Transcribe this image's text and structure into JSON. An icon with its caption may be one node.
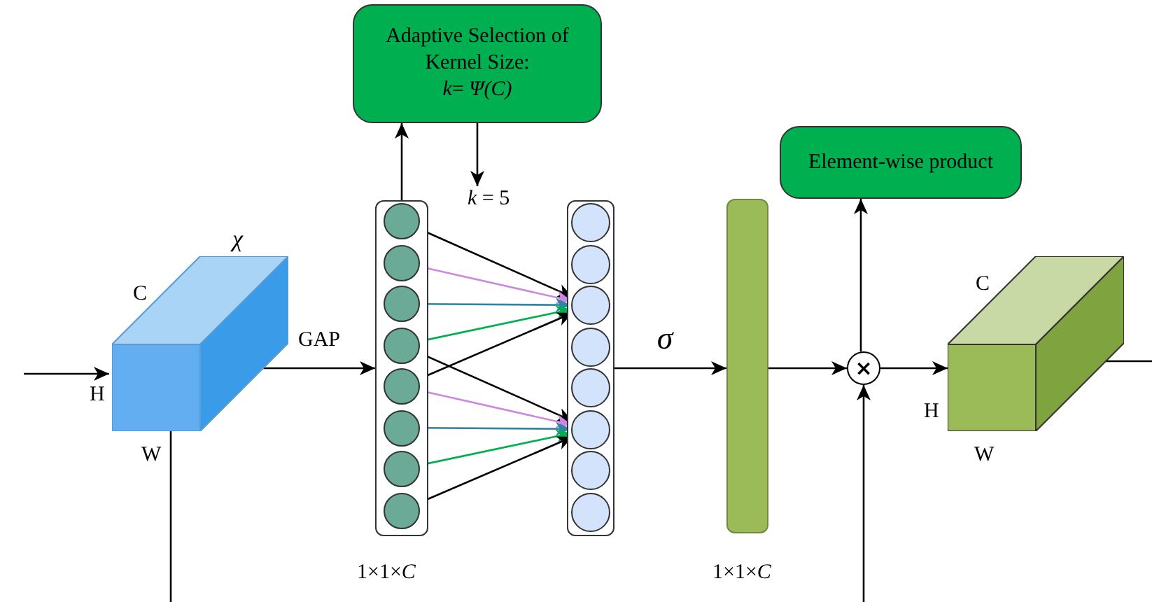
{
  "diagram": {
    "nodes": [
      {
        "text": [],
        "shape": "box",
        "beside": [
          "χ",
          "C",
          "H",
          "W"
        ]
      },
      {
        "text": [
          "Adaptive Selection of Kernel Size:",
          "*k*= *Ψ(C)*"
        ]
      },
      {
        "text": [],
        "shape": "bar",
        "beside": [
          "1×1×*C*"
        ]
      },
      {
        "text": [],
        "shape": "circle",
        "in": 2
      },
      {
        "text": [],
        "shape": "circle",
        "in": 2
      },
      {
        "text": [],
        "shape": "circle",
        "in": 2
      },
      {
        "text": [],
        "shape": "circle",
        "in": 2
      },
      {
        "text": [],
        "shape": "circle",
        "in": 2
      },
      {
        "text": [],
        "shape": "circle",
        "in": 2
      },
      {
        "text": [],
        "shape": "circle",
        "in": 2
      },
      {
        "text": [],
        "shape": "circle",
        "in": 2
      },
      {
        "text": [],
        "shape": "bar"
      },
      {
        "text": [],
        "shape": "circle",
        "in": 11
      },
      {
        "text": [],
        "shape": "circle",
        "in": 11
      },
      {
        "text": [],
        "shape": "circle",
        "in": 11
      },
      {
        "text": [],
        "shape": "circle",
        "in": 11
      },
      {
        "text": [],
        "shape": "circle",
        "in": 11
      },
      {
        "text": [],
        "shape": "circle",
        "in": 11
      },
      {
        "text": [],
        "shape": "circle",
        "in": 11
      },
      {
        "text": [],
        "shape": "circle",
        "in": 11
      },
      {
        "text": [],
        "shape": "bar",
        "beside": [
          "1×1×*C*"
        ]
      },
      {
        "text": [
          "×"
        ]
      },
      {
        "text": [
          "Element-wise product"
        ]
      },
      {
        "text": [],
        "shape": "box",
        "beside": [
          "C",
          "H",
          "W"
        ]
      },
      {
        "text": [
          "*k* = 5"
        ]
      }
    ],
    "edges": [
      {
        "from": null,
        "to": 0,
        "arrow": "to"
      },
      {
        "from": 0,
        "to": 2,
        "arrow": "to",
        "label": "GAP"
      },
      {
        "from": 3,
        "to": 1,
        "arrow": "to"
      },
      {
        "from": 1,
        "to": 24,
        "arrow": "to"
      },
      {
        "from": 3,
        "to": 14,
        "arrow": "to"
      },
      {
        "from": 4,
        "to": 14,
        "arrow": "to",
        "color": "#cc88e0"
      },
      {
        "from": 5,
        "to": 14,
        "arrow": "to",
        "color": "#2e86a0"
      },
      {
        "from": 6,
        "to": 14,
        "arrow": "to",
        "color": "#00b050"
      },
      {
        "from": 6,
        "to": 17,
        "arrow": "to"
      },
      {
        "from": 7,
        "to": 14,
        "arrow": "to"
      },
      {
        "from": 7,
        "to": 17,
        "arrow": "to",
        "color": "#cc88e0"
      },
      {
        "from": 8,
        "to": 17,
        "arrow": "to",
        "color": "#2e86a0"
      },
      {
        "from": 9,
        "to": 17,
        "arrow": "to",
        "color": "#00b050"
      },
      {
        "from": 10,
        "to": 17,
        "arrow": "to"
      },
      {
        "from": 11,
        "to": 20,
        "arrow": "to",
        "label": "σ"
      },
      {
        "from": 20,
        "to": 21,
        "arrow": "to"
      },
      {
        "from": 21,
        "to": 22,
        "arrow": "to"
      },
      {
        "from": 21,
        "to": 23,
        "arrow": "to"
      },
      {
        "from": 0,
        "to": null,
        "arrow": "none"
      },
      {
        "from": null,
        "to": 21,
        "arrow": "to"
      },
      {
        "from": 23,
        "to": null,
        "arrow": "none"
      }
    ]
  }
}
